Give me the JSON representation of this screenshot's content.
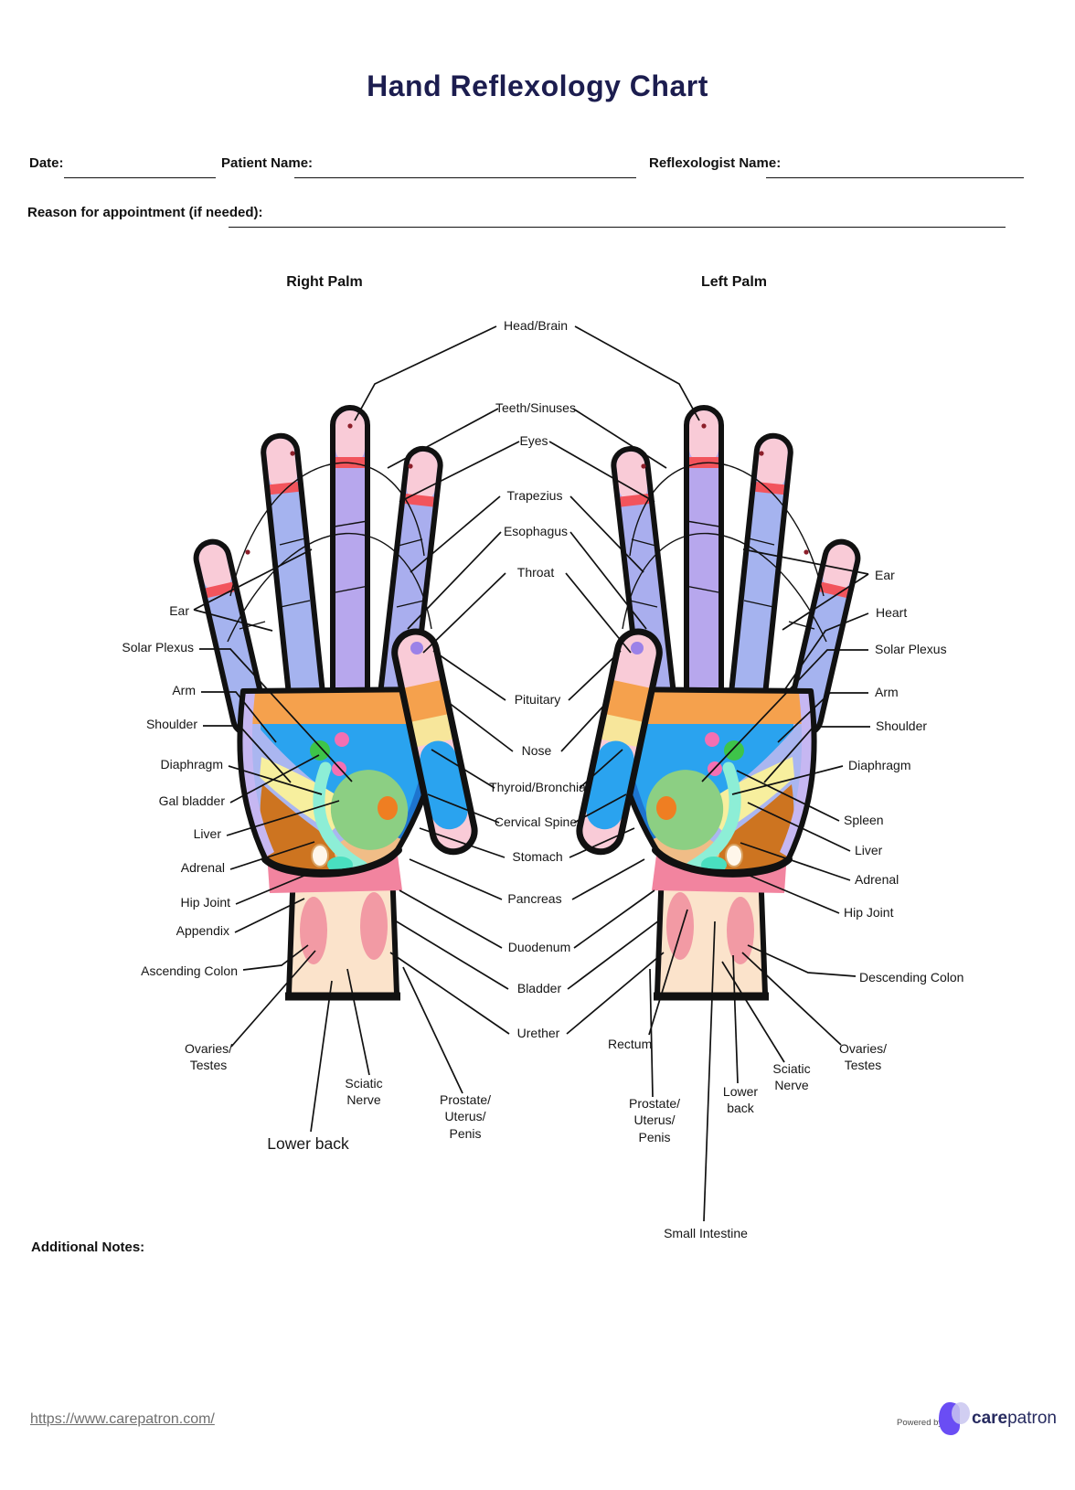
{
  "title": "Hand Reflexology Chart",
  "form": {
    "date_label": "Date:",
    "patient_name_label": "Patient Name:",
    "reflexologist_name_label": "Reflexologist Name:",
    "reason_label": "Reason for appointment (if needed):"
  },
  "diagram": {
    "right_palm_title": "Right Palm",
    "left_palm_title": "Left Palm"
  },
  "right_palm_labels": {
    "ear": "Ear",
    "solar_plexus": "Solar Plexus",
    "arm": "Arm",
    "shoulder": "Shoulder",
    "diaphragm": "Diaphragm",
    "gal_bladder": "Gal bladder",
    "liver": "Liver",
    "adrenal": "Adrenal",
    "hip_joint": "Hip Joint",
    "appendix": "Appendix",
    "ascending_colon": "Ascending Colon",
    "ovaries_testes": "Ovaries/\nTestes",
    "sciatic_nerve": "Sciatic\nNerve",
    "lower_back": "Lower back",
    "prostate_uterus_penis": "Prostate/\nUterus/\nPenis"
  },
  "center_labels": {
    "head_brain": "Head/Brain",
    "teeth_sinuses": "Teeth/Sinuses",
    "eyes": "Eyes",
    "trapezius": "Trapezius",
    "esophagus": "Esophagus",
    "throat": "Throat",
    "pituitary": "Pituitary",
    "nose": "Nose",
    "thyroid_bronchia": "Thyroid/Bronchia",
    "cervical_spine": "Cervical Spine",
    "stomach": "Stomach",
    "pancreas": "Pancreas",
    "duodenum": "Duodenum",
    "bladder": "Bladder",
    "urether": "Urether"
  },
  "left_palm_labels": {
    "ear": "Ear",
    "heart": "Heart",
    "solar_plexus": "Solar Plexus",
    "arm": "Arm",
    "shoulder": "Shoulder",
    "diaphragm": "Diaphragm",
    "spleen": "Spleen",
    "liver": "Liver",
    "adrenal": "Adrenal",
    "hip_joint": "Hip Joint",
    "descending_colon": "Descending Colon",
    "rectum": "Rectum",
    "ovaries_testes": "Ovaries/\nTestes",
    "sciatic_nerve": "Sciatic\nNerve",
    "lower_back": "Lower\nback",
    "prostate_uterus_penis": "Prostate/\nUterus/\nPenis",
    "small_intestine": "Small Intestine"
  },
  "notes_label": "Additional Notes:",
  "footer": {
    "url": "https://www.carepatron.com/",
    "powered_by": "Powered by",
    "brand_bold": "care",
    "brand_light": "patron"
  },
  "colors": {
    "title_navy": "#1c1d4f",
    "line_black": "#111111",
    "link_gray": "#6f6f6f",
    "brand_navy": "#272b60",
    "logo_purple": "#6a4df4",
    "logo_lavender": "#c9c6f0",
    "finger_periwinkle": "#a5b3ef",
    "finger_lavender": "#b7a7ed",
    "tip_pink": "#f9cbd7",
    "band_red": "#f2545c",
    "knuckle_orange": "#f5a14d",
    "palm_blue": "#2aa3ef",
    "diaphragm_yellow": "#f7ef9e",
    "stomach_green": "#8ccf83",
    "liver_brown": "#cd7420",
    "wrist_pink": "#f2849f",
    "forearm_beige": "#fbe3cb"
  }
}
